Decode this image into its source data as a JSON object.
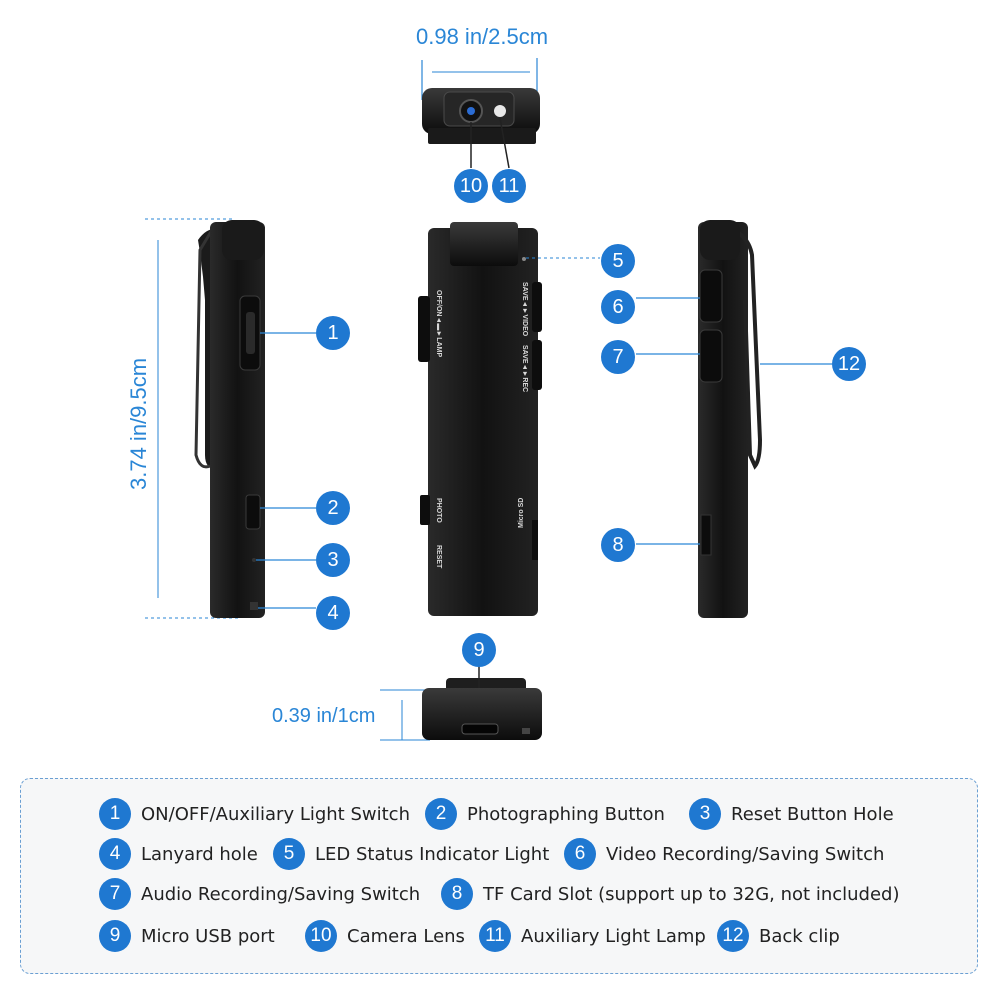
{
  "dimensions": {
    "width": "0.98 in/2.5cm",
    "height": "3.74 in/9.5cm",
    "thickness": "0.39 in/1cm"
  },
  "callouts": [
    "1",
    "2",
    "3",
    "4",
    "5",
    "6",
    "7",
    "8",
    "9",
    "10",
    "11",
    "12"
  ],
  "device_labels": {
    "switch_1": "OFF/ON◄▬►LAMP",
    "switch_5": "SAVE◄►VIDEO",
    "switch_7": "SAVE◄►REC",
    "photo": "PHOTO",
    "reset": "RESET",
    "micro_sd": "Micro SD"
  },
  "legend": [
    {
      "num": "1",
      "text": "ON/OFF/Auxiliary Light Switch"
    },
    {
      "num": "2",
      "text": "Photographing Button"
    },
    {
      "num": "3",
      "text": "Reset Button Hole"
    },
    {
      "num": "4",
      "text": "Lanyard hole"
    },
    {
      "num": "5",
      "text": "LED Status Indicator Light"
    },
    {
      "num": "6",
      "text": "Video Recording/Saving Switch"
    },
    {
      "num": "7",
      "text": "Audio Recording/Saving  Switch"
    },
    {
      "num": "8",
      "text": "TF Card Slot (support up to 32G, not included)"
    },
    {
      "num": "9",
      "text": "Micro USB port"
    },
    {
      "num": "10",
      "text": "Camera Lens"
    },
    {
      "num": "11",
      "text": "Auxiliary Light Lamp"
    },
    {
      "num": "12",
      "text": "Back clip"
    }
  ],
  "colors": {
    "accent": "#1f78d1",
    "dimension_text": "#2a86d6",
    "device_body": "#141414"
  }
}
